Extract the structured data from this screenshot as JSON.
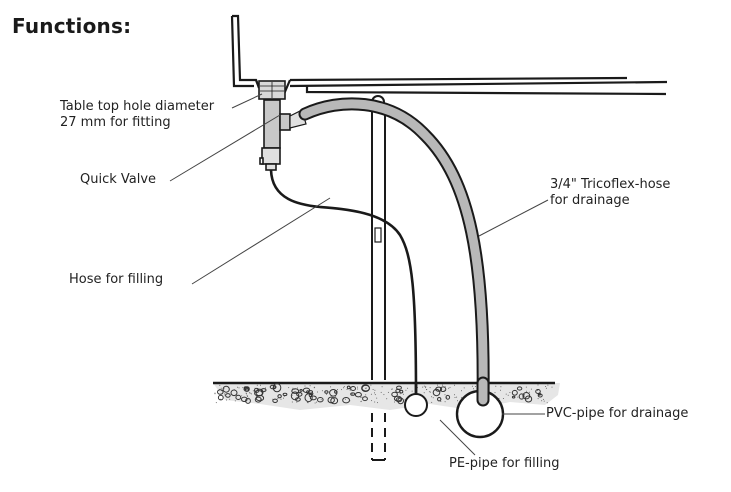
{
  "title": "Functions:",
  "labels": {
    "table_hole": [
      "Table top hole diameter",
      "27 mm for fitting"
    ],
    "quick_valve": "Quick Valve",
    "hose_filling": "Hose for filling",
    "tricoflex": [
      "3/4\" Tricoflex-hose",
      "for drainage"
    ],
    "pvc_pipe": "PVC-pipe for drainage",
    "pe_pipe": "PE-pipe for filling"
  },
  "colors": {
    "line": "#1a1a1a",
    "hose_fill": "#b8b8b8",
    "valve_fill": "#c8c8c8",
    "ground_speckle": "#555555"
  }
}
